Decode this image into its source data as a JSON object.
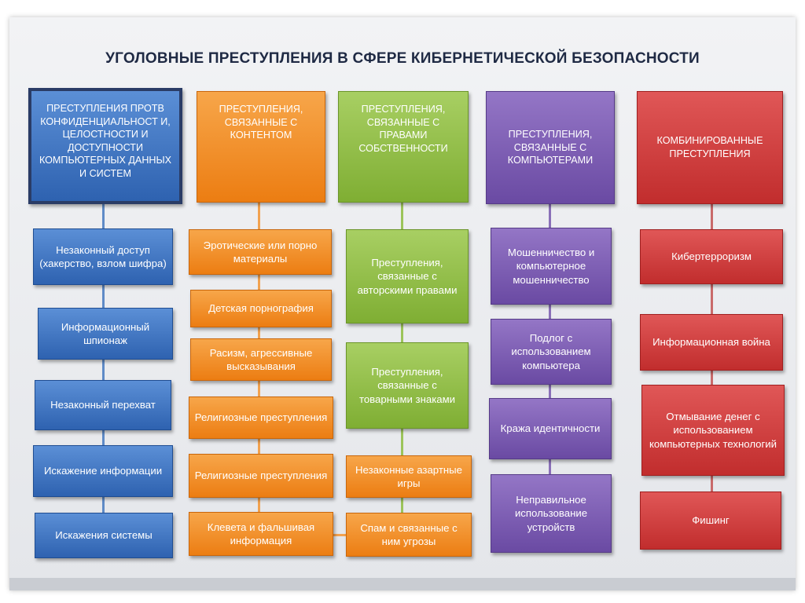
{
  "title": "УГОЛОВНЫЕ ПРЕСТУПЛЕНИЯ В СФЕРЕ  КИБЕРНЕТИЧЕСКОЙ БЕЗОПАСНОСТИ",
  "columns": {
    "confidentiality": {
      "header": "ПРЕСТУПЛЕНИЯ ПРОТВ КОНФИДЕНЦИАЛЬНОСТ И, ЦЕЛОСТНОСТИ И ДОСТУПНОСТИ КОМПЬЮТЕРНЫХ ДАННЫХ И СИСТЕМ",
      "items": [
        "Незаконный доступ (хакерство, взлом шифра)",
        "Информационный шпионаж",
        "Незаконный перехват",
        "Искажение информации",
        "Искажения системы"
      ]
    },
    "content": {
      "header": "ПРЕСТУПЛЕНИЯ, СВЯЗАННЫЕ С КОНТЕНТОМ",
      "items": [
        "Эротические или порно материалы",
        "Детская порнография",
        "Расизм, агрессивные высказывания",
        "Религиозные преступления",
        "Религиозные преступления",
        "Клевета и фальшивая информация"
      ]
    },
    "property": {
      "header": "ПРЕСТУПЛЕНИЯ, СВЯЗАННЫЕ С ПРАВАМИ СОБСТВЕННОСТИ",
      "items": [
        "Преступления, связанные с авторскими правами",
        "Преступления, связанные с товарными знаками",
        "Незаконные азартные игры",
        "Спам и связанные с ним угрозы"
      ]
    },
    "computers": {
      "header": "ПРЕСТУПЛЕНИЯ, СВЯЗАННЫЕ С КОМПЬЮТЕРАМИ",
      "items": [
        "Мошенничество и компьютерное мошенничество",
        "Подлог с использованием компьютера",
        "Кража идентичности",
        "Неправильное использование устройств"
      ]
    },
    "combined": {
      "header": "КОМБИНИРОВАННЫЕ ПРЕСТУПЛЕНИЯ",
      "items": [
        "Кибертерроризм",
        "Информационная война",
        "Отмывание денег с использованием компьютерных технологий",
        "Фишинг"
      ]
    }
  }
}
